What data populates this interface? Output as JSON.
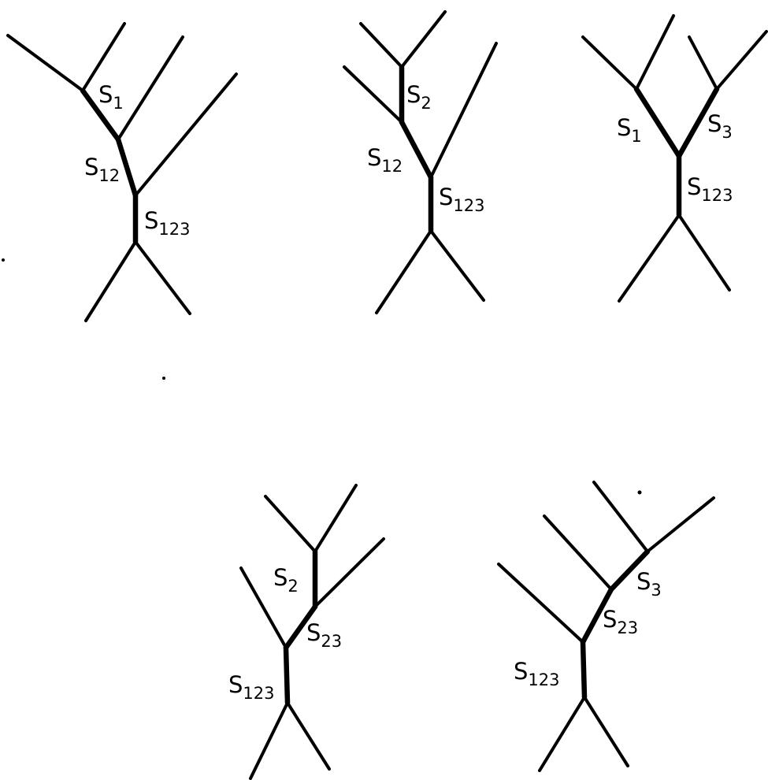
{
  "diagrams": [
    {
      "labels": [
        {
          "base": "S",
          "sub": "1"
        },
        {
          "base": "S",
          "sub": "12"
        },
        {
          "base": "S",
          "sub": "123"
        }
      ]
    },
    {
      "labels": [
        {
          "base": "S",
          "sub": "2"
        },
        {
          "base": "S",
          "sub": "12"
        },
        {
          "base": "S",
          "sub": "123"
        }
      ]
    },
    {
      "labels": [
        {
          "base": "S",
          "sub": "1"
        },
        {
          "base": "S",
          "sub": "3"
        },
        {
          "base": "S",
          "sub": "123"
        }
      ]
    },
    {
      "labels": [
        {
          "base": "S",
          "sub": "2"
        },
        {
          "base": "S",
          "sub": "23"
        },
        {
          "base": "S",
          "sub": "123"
        }
      ]
    },
    {
      "labels": [
        {
          "base": "S",
          "sub": "3"
        },
        {
          "base": "S",
          "sub": "23"
        },
        {
          "base": "S",
          "sub": "123"
        }
      ]
    }
  ]
}
